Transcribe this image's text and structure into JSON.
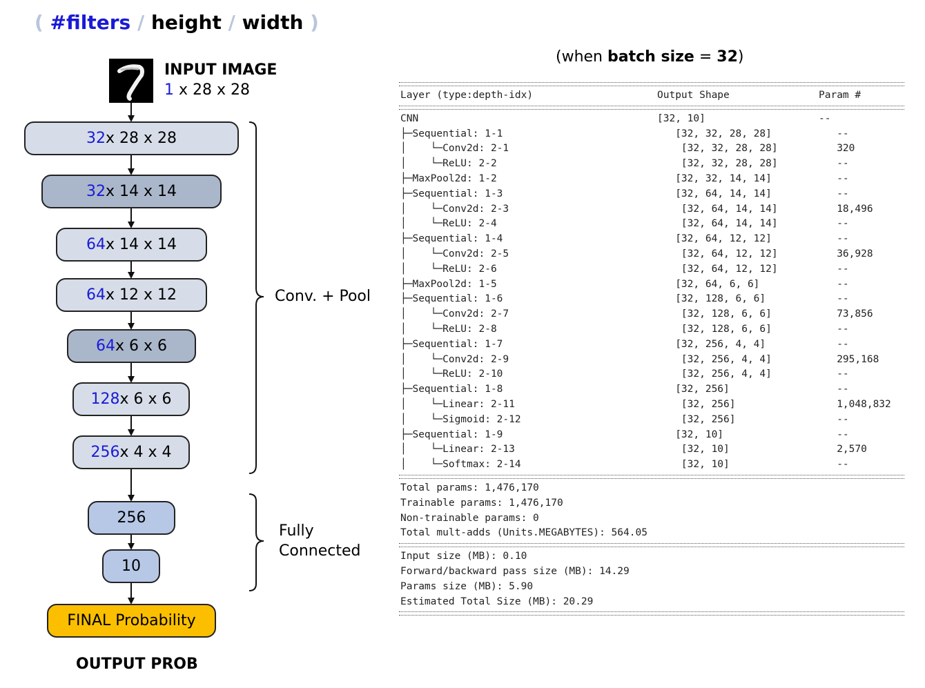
{
  "legend": {
    "open_paren": "(",
    "filters": "#filters",
    "slash1": "/",
    "height": "height",
    "slash2": "/",
    "width": "width",
    "close_paren": ")"
  },
  "batch_note": {
    "prefix": "(when ",
    "bold": "batch size",
    "middle": " = ",
    "value": "32",
    "suffix": ")"
  },
  "input": {
    "title": "INPUT IMAGE",
    "filters": "1",
    "dims": " x 28 x 28",
    "icon": "handwritten-digit-7-image"
  },
  "conv_layers": [
    {
      "filters": "32",
      "dims": " x 28 x 28",
      "kind": "conv"
    },
    {
      "filters": "32",
      "dims": " x 14 x 14",
      "kind": "pool"
    },
    {
      "filters": "64",
      "dims": " x 14 x 14",
      "kind": "conv"
    },
    {
      "filters": "64",
      "dims": " x 12 x 12",
      "kind": "conv"
    },
    {
      "filters": "64",
      "dims": " x 6 x 6",
      "kind": "pool"
    },
    {
      "filters": "128",
      "dims": " x 6 x 6",
      "kind": "conv"
    },
    {
      "filters": "256",
      "dims": " x 4 x 4",
      "kind": "conv"
    }
  ],
  "fc_layers": [
    {
      "label": "256"
    },
    {
      "label": "10"
    }
  ],
  "final": {
    "label": "FINAL Probability"
  },
  "brackets": {
    "conv": "Conv. + Pool",
    "fc_line1": "Fully",
    "fc_line2": "Connected"
  },
  "output_label": "OUTPUT PROB",
  "summary": {
    "headers": {
      "layer": "Layer (type:depth-idx)",
      "shape": "Output Shape",
      "param": "Param #"
    },
    "rows": [
      {
        "layer": "CNN",
        "shape": "[32, 10]",
        "param": "--"
      },
      {
        "layer": "├─Sequential: 1-1",
        "shape": "   [32, 32, 28, 28]",
        "param": "   --"
      },
      {
        "layer": "│    └─Conv2d: 2-1",
        "shape": "    [32, 32, 28, 28]",
        "param": "   320"
      },
      {
        "layer": "│    └─ReLU: 2-2",
        "shape": "    [32, 32, 28, 28]",
        "param": "   --"
      },
      {
        "layer": "├─MaxPool2d: 1-2",
        "shape": "   [32, 32, 14, 14]",
        "param": "   --"
      },
      {
        "layer": "├─Sequential: 1-3",
        "shape": "   [32, 64, 14, 14]",
        "param": "   --"
      },
      {
        "layer": "│    └─Conv2d: 2-3",
        "shape": "    [32, 64, 14, 14]",
        "param": "   18,496"
      },
      {
        "layer": "│    └─ReLU: 2-4",
        "shape": "    [32, 64, 14, 14]",
        "param": "   --"
      },
      {
        "layer": "├─Sequential: 1-4",
        "shape": "   [32, 64, 12, 12]",
        "param": "   --"
      },
      {
        "layer": "│    └─Conv2d: 2-5",
        "shape": "    [32, 64, 12, 12]",
        "param": "   36,928"
      },
      {
        "layer": "│    └─ReLU: 2-6",
        "shape": "    [32, 64, 12, 12]",
        "param": "   --"
      },
      {
        "layer": "├─MaxPool2d: 1-5",
        "shape": "   [32, 64, 6, 6]",
        "param": "   --"
      },
      {
        "layer": "├─Sequential: 1-6",
        "shape": "   [32, 128, 6, 6]",
        "param": "   --"
      },
      {
        "layer": "│    └─Conv2d: 2-7",
        "shape": "    [32, 128, 6, 6]",
        "param": "   73,856"
      },
      {
        "layer": "│    └─ReLU: 2-8",
        "shape": "    [32, 128, 6, 6]",
        "param": "   --"
      },
      {
        "layer": "├─Sequential: 1-7",
        "shape": "   [32, 256, 4, 4]",
        "param": "   --"
      },
      {
        "layer": "│    └─Conv2d: 2-9",
        "shape": "    [32, 256, 4, 4]",
        "param": "   295,168"
      },
      {
        "layer": "│    └─ReLU: 2-10",
        "shape": "    [32, 256, 4, 4]",
        "param": "   --"
      },
      {
        "layer": "├─Sequential: 1-8",
        "shape": "   [32, 256]",
        "param": "   --"
      },
      {
        "layer": "│    └─Linear: 2-11",
        "shape": "    [32, 256]",
        "param": "   1,048,832"
      },
      {
        "layer": "│    └─Sigmoid: 2-12",
        "shape": "    [32, 256]",
        "param": "   --"
      },
      {
        "layer": "├─Sequential: 1-9",
        "shape": "   [32, 10]",
        "param": "   --"
      },
      {
        "layer": "│    └─Linear: 2-13",
        "shape": "    [32, 10]",
        "param": "   2,570"
      },
      {
        "layer": "│    └─Softmax: 2-14",
        "shape": "    [32, 10]",
        "param": "   --"
      }
    ],
    "totals": [
      "Total params: 1,476,170",
      "Trainable params: 1,476,170",
      "Non-trainable params: 0",
      "Total mult-adds (Units.MEGABYTES): 564.05"
    ],
    "sizes": [
      "Input size (MB): 0.10",
      "Forward/backward pass size (MB): 14.29",
      "Params size (MB): 5.90",
      "Estimated Total Size (MB): 20.29"
    ]
  },
  "colors": {
    "conv_fill": "#d6dde8",
    "pool_fill": "#aab7cb",
    "fc_fill": "#b7c8e6",
    "final_fill": "#fbbf00",
    "filter_blue": "#1a1ad6",
    "legend_paren": "#b8c6dc"
  }
}
